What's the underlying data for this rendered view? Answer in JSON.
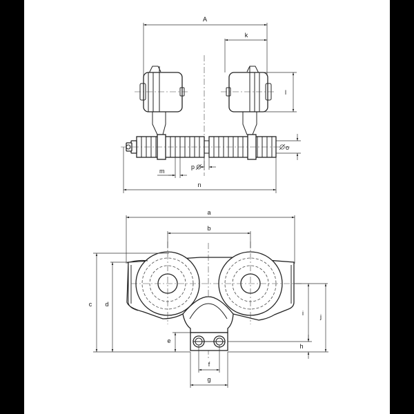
{
  "colors": {
    "background": "#000000",
    "sheet": "#ffffff",
    "line": "#222222"
  },
  "top_view_labels": {
    "A": "A",
    "k": "k",
    "l": "l",
    "o": "o",
    "p": "p",
    "m": "m",
    "n": "n"
  },
  "front_view_labels": {
    "a": "a",
    "b": "b",
    "c": "c",
    "d": "d",
    "e": "e",
    "f": "f",
    "g": "g",
    "h": "h",
    "i": "i",
    "j": "j"
  }
}
